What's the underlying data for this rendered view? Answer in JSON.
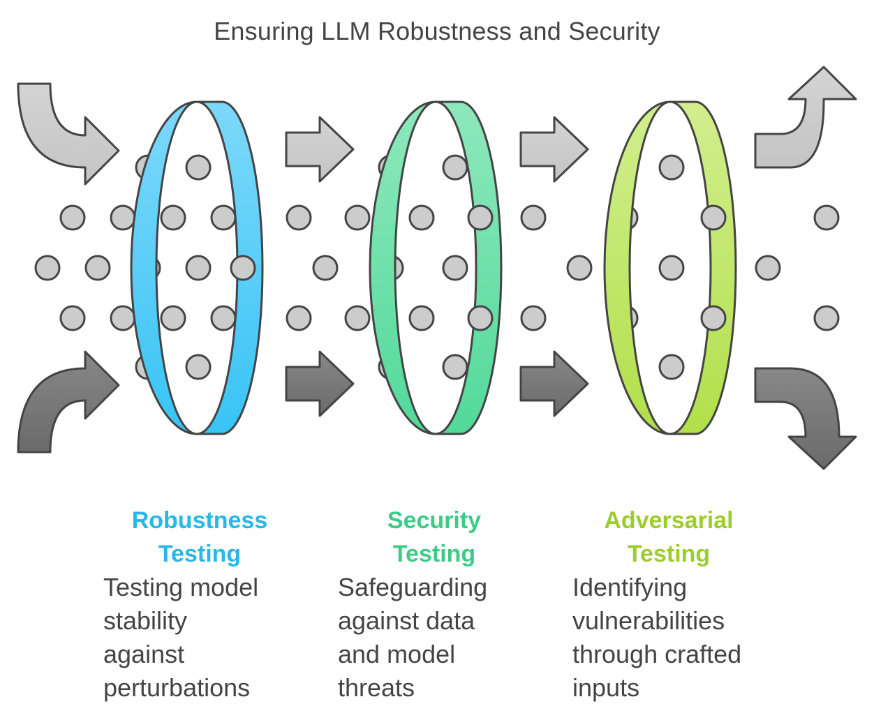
{
  "title": "Ensuring LLM Robustness and Security",
  "stages": [
    {
      "heading_line1": "Robustness",
      "heading_line2": "Testing",
      "description": "Testing model\nstability\nagainst\nperturbations",
      "color": "#29b6e8",
      "ring_light": "#7dd8fa",
      "ring_dark": "#38c4f5"
    },
    {
      "heading_line1": "Security",
      "heading_line2": "Testing",
      "description": "Safeguarding\nagainst data\nand model\nthreats",
      "color": "#3dcb86",
      "ring_light": "#8ee8bd",
      "ring_dark": "#52d99a"
    },
    {
      "heading_line1": "Adversarial",
      "heading_line2": "Testing",
      "description": "Identifying\nvulnerabilities\nthrough crafted\ninputs",
      "color": "#9ccc2e",
      "ring_light": "#d2ee8e",
      "ring_dark": "#b1e04a"
    }
  ],
  "colors": {
    "dot_fill": "#cccccc",
    "dot_stroke": "#444444",
    "arrow_light": "#cccccc",
    "arrow_dark": "#777777",
    "outline": "#444444"
  }
}
